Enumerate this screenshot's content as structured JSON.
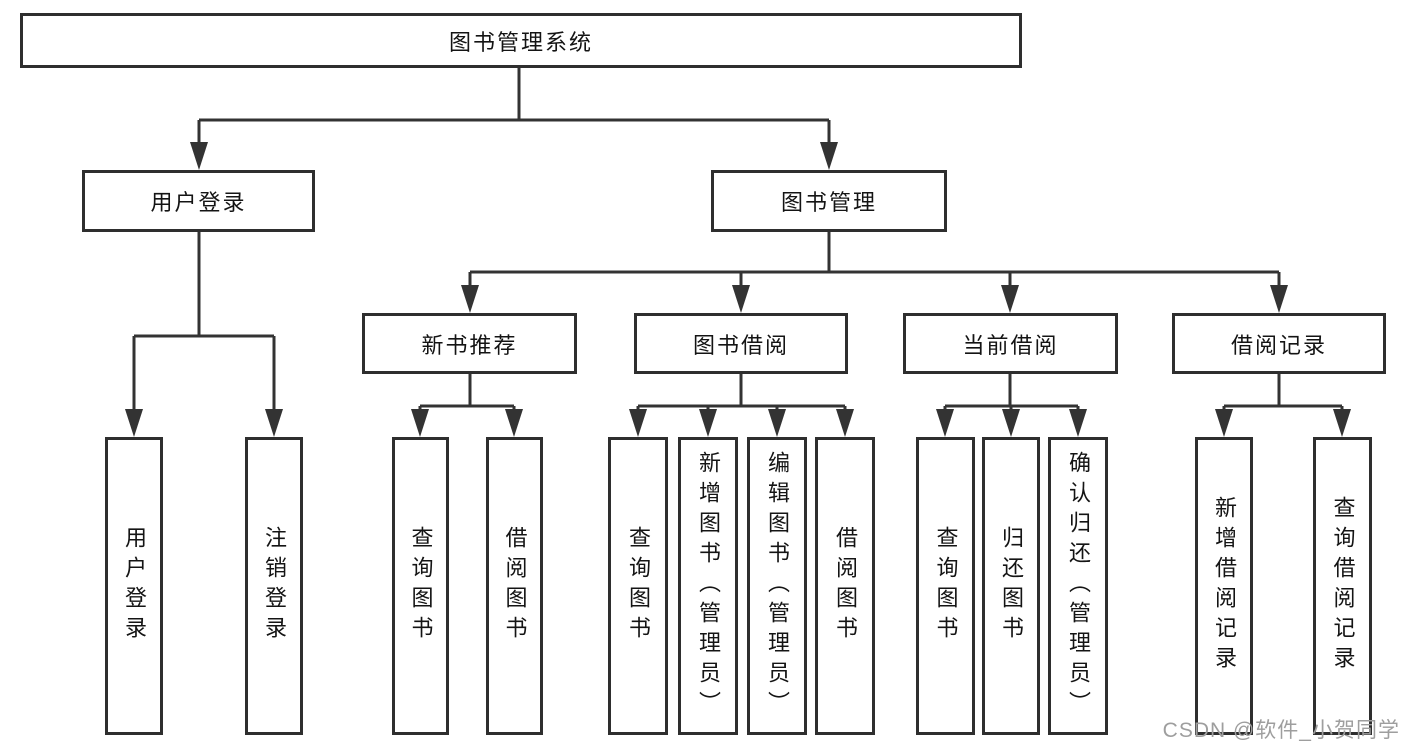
{
  "diagram": {
    "root": "图书管理系统",
    "level2": [
      {
        "label": "用户登录",
        "children": [
          {
            "label": "用户登录"
          },
          {
            "label": "注销登录"
          }
        ]
      },
      {
        "label": "图书管理",
        "children": [
          {
            "label": "新书推荐",
            "children": [
              {
                "label": "查询图书"
              },
              {
                "label": "借阅图书"
              }
            ]
          },
          {
            "label": "图书借阅",
            "children": [
              {
                "label": "查询图书"
              },
              {
                "label": "新增图书（管理员）"
              },
              {
                "label": "编辑图书（管理员）"
              },
              {
                "label": "借阅图书"
              }
            ]
          },
          {
            "label": "当前借阅",
            "children": [
              {
                "label": "查询图书"
              },
              {
                "label": "归还图书"
              },
              {
                "label": "确认归还（管理员）"
              }
            ]
          },
          {
            "label": "借阅记录",
            "children": [
              {
                "label": "新增借阅记录"
              },
              {
                "label": "查询借阅记录"
              }
            ]
          }
        ]
      }
    ]
  },
  "watermark": "CSDN @软件_小贺同学",
  "colors": {
    "line": "#333333",
    "box_border": "#2e2e2e",
    "text": "#141414",
    "watermark": "#9e9e9e",
    "background": "#ffffff"
  }
}
